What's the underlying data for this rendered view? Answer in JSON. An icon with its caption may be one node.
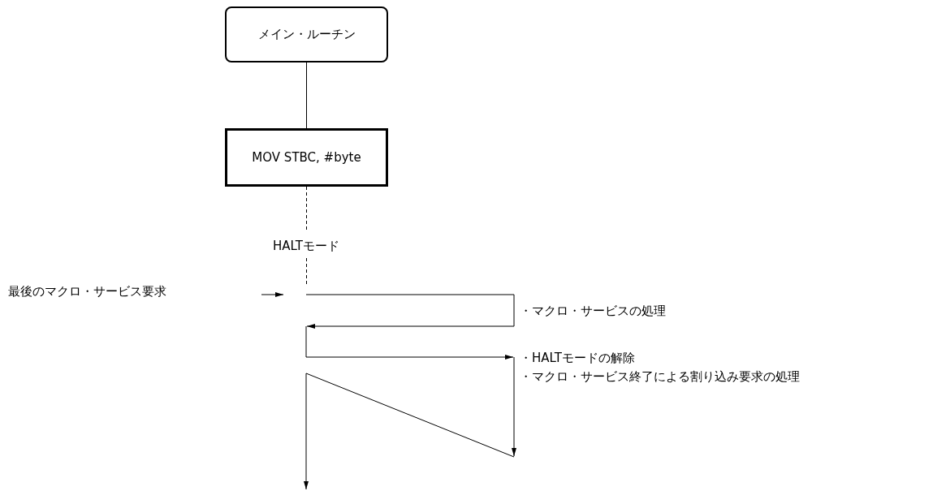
{
  "diagram": {
    "nodes": [
      {
        "text": [
          "メイン・ルーチン"
        ]
      },
      {
        "text": [
          "MOV STBC, #byte"
        ]
      }
    ],
    "edges": [
      {
        "from": 0,
        "to": 1,
        "arrow": "none"
      },
      {
        "from": 1,
        "to": null,
        "arrow": "none",
        "style": "dashed"
      }
    ],
    "labels": [
      "HALTモード",
      "最後のマクロ・サービス要求",
      "・マクロ・サービスの処理",
      "・HALTモードの解除",
      "・マクロ・サービス終了による割り込み要求の処理"
    ]
  }
}
